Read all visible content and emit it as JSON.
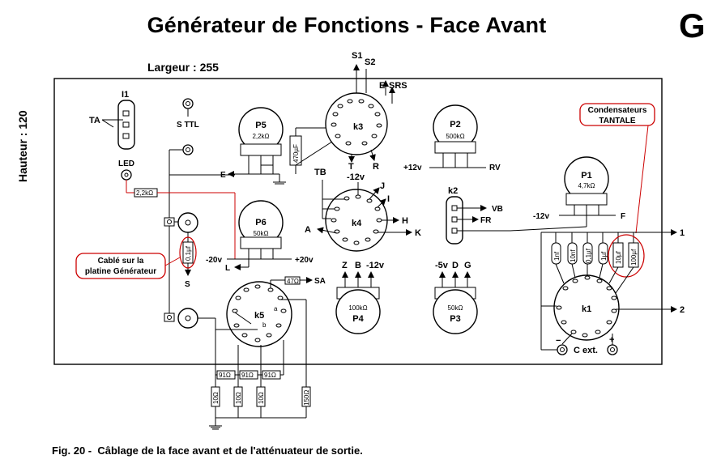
{
  "header": {
    "title": "Générateur de Fonctions - Face Avant",
    "letter": "G",
    "width_label": "Largeur : 255",
    "height_label": "Hauteur : 120"
  },
  "caption": "Fig. 20 -  Câblage de la face avant et de l'atténuateur de sortie.",
  "notes": {
    "condensateurs_line1": "Condensateurs",
    "condensateurs_line2": "TANTALE",
    "cable_line1": "Cablé sur la",
    "cable_line2": "platine Générateur"
  },
  "components": {
    "i1": "I1",
    "ta": "TA",
    "sttl": "S TTL",
    "led": "LED",
    "s": "S",
    "p5": "P5",
    "p5_value": "2,2kΩ",
    "e": "E",
    "cap470": "470µF",
    "k3": "k3",
    "s1": "S1",
    "s2": "S2",
    "k3_e": "E",
    "srs": "SRS",
    "t": "T",
    "r": "R",
    "p2": "P2",
    "p2_value": "500kΩ",
    "plus12v": "+12v",
    "rv": "RV",
    "r22k": "2,2kΩ",
    "tb": "TB",
    "minus12v": "-12v",
    "j": "J",
    "i": "I",
    "k4": "k4",
    "a": "A",
    "h": "H",
    "k": "K",
    "k2": "k2",
    "vb": "VB",
    "fr": "FR",
    "p1": "P1",
    "p1_value": "4,7kΩ",
    "p1_minus12v": "-12v",
    "f": "F",
    "p6": "P6",
    "p6_value": "50kΩ",
    "minus20v": "-20v",
    "plus20v": "+20v",
    "l": "L",
    "r47": "47Ω",
    "sa": "SA",
    "k5": "k5",
    "k5_a": "a",
    "k5_b": "b",
    "z": "Z",
    "b": "B",
    "p4_minus12v": "-12v",
    "p4_value": "100kΩ",
    "p4": "P4",
    "minus5v": "-5v",
    "d": "D",
    "g": "G",
    "p3_value": "50kΩ",
    "p3": "P3",
    "k1": "k1",
    "out1": "1",
    "out2": "2",
    "cext": "C ext.",
    "minus": "−",
    "plus": "+",
    "c1nf": "1nf",
    "c10nf": "10nf",
    "c01uf": "0,1µf",
    "c1uf": "1µf",
    "c10uf": "10µf",
    "c100uf": "100µf",
    "r91a": "91Ω",
    "r91b": "91Ω",
    "r91c": "91Ω",
    "r10a": "10Ω",
    "r10b": "10Ω",
    "r10c": "10Ω",
    "r150": "150Ω",
    "r01uf": "0,1µf"
  }
}
